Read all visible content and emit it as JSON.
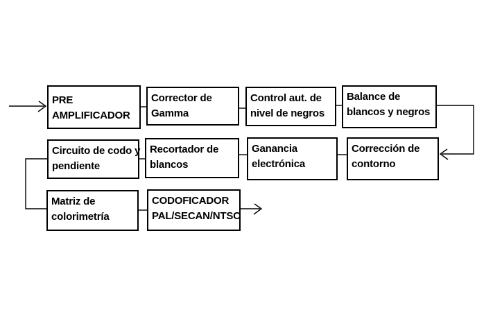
{
  "diagram": {
    "title": "TV camera video signal processing block diagram",
    "colors": {
      "background": "#ffffff",
      "lines": "#000000",
      "text": "#000000"
    },
    "boxes": [
      {
        "id": "pre-amplificador",
        "line1": "PRE",
        "line2": "AMPLIFICADOR"
      },
      {
        "id": "corrector-gamma",
        "line1": "Corrector de",
        "line2": "Gamma"
      },
      {
        "id": "control-nivel-negros",
        "line1": "Control aut. de",
        "line2": "nivel de negros"
      },
      {
        "id": "balance-blancos",
        "line1": "Balance de",
        "line2": "blancos y negros"
      },
      {
        "id": "circuito-codo",
        "line1": "Circuito de codo y",
        "line2": "pendiente"
      },
      {
        "id": "recortador-blancos",
        "line1": "Recortador de",
        "line2": "blancos"
      },
      {
        "id": "ganancia-electronica",
        "line1": "Ganancia",
        "line2": "electrónica"
      },
      {
        "id": "correccion-contorno",
        "line1": "Corrección de",
        "line2": "contorno"
      },
      {
        "id": "matriz-colorimetria",
        "line1": "Matriz de",
        "line2": "colorimetría"
      },
      {
        "id": "codificador",
        "line1": "CODOFICADOR",
        "line2": "PAL/SECAN/NTSC"
      }
    ],
    "connectors": [
      {
        "from": "signal-input",
        "to": "pre-amplificador",
        "type": "arrow"
      },
      {
        "from": "pre-amplificador",
        "to": "corrector-gamma",
        "type": "line"
      },
      {
        "from": "corrector-gamma",
        "to": "control-nivel-negros",
        "type": "line"
      },
      {
        "from": "control-nivel-negros",
        "to": "balance-blancos",
        "type": "line"
      },
      {
        "from": "balance-blancos",
        "to": "correccion-contorno",
        "type": "elbow-arrow"
      },
      {
        "from": "correccion-contorno",
        "to": "ganancia-electronica",
        "type": "line"
      },
      {
        "from": "ganancia-electronica",
        "to": "recortador-blancos",
        "type": "line"
      },
      {
        "from": "recortador-blancos",
        "to": "circuito-codo",
        "type": "line"
      },
      {
        "from": "circuito-codo",
        "to": "matriz-colorimetria",
        "type": "elbow"
      },
      {
        "from": "matriz-colorimetria",
        "to": "codificador",
        "type": "line"
      },
      {
        "from": "codificador",
        "to": "signal-output",
        "type": "arrow"
      }
    ]
  }
}
